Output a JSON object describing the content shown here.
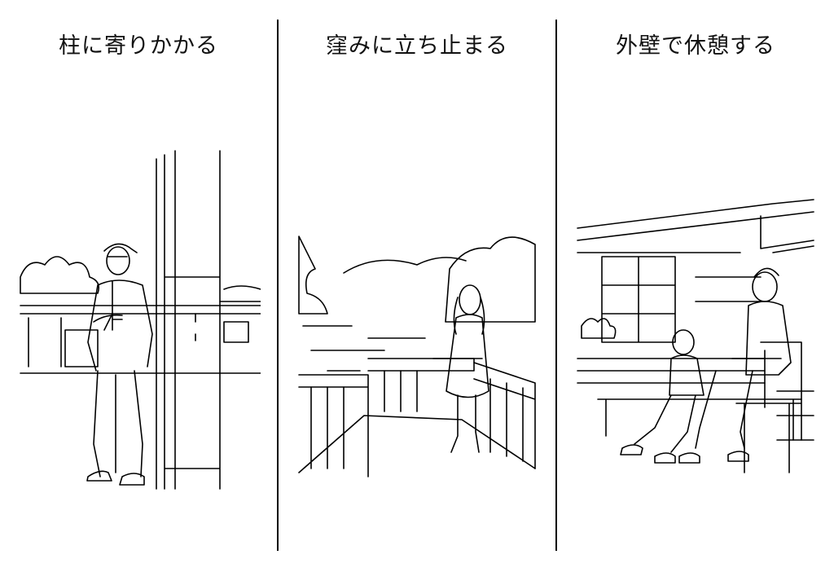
{
  "panels": [
    {
      "caption": "柱に寄りかかる"
    },
    {
      "caption": "窪みに立ち止まる"
    },
    {
      "caption": "外壁で休憩する"
    }
  ]
}
